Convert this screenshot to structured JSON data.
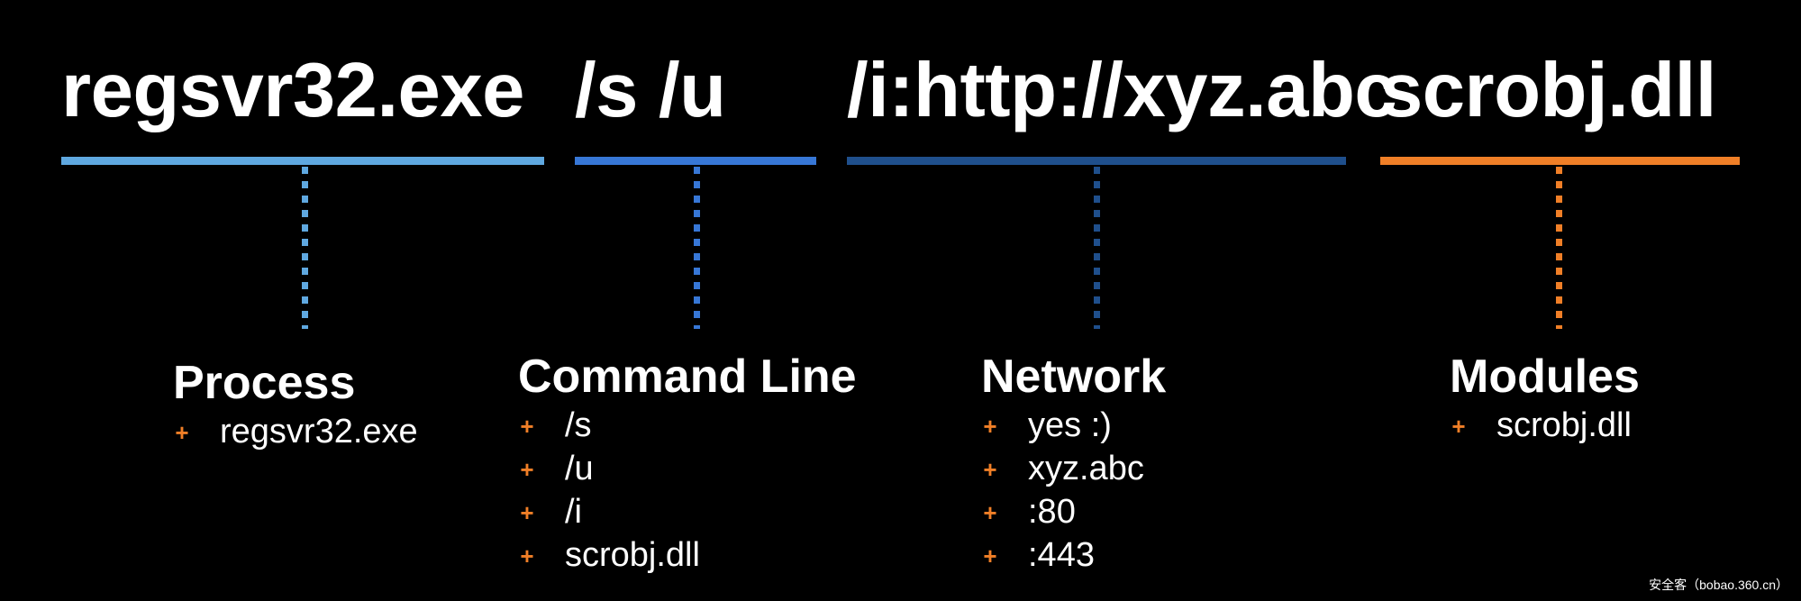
{
  "command_line": {
    "segments": [
      {
        "text": "regsvr32.exe",
        "color": "#5fa8e0"
      },
      {
        "text": "/s /u",
        "color": "#3777d6"
      },
      {
        "text": "/i:http://xyz.abc",
        "color": "#1f4f8c"
      },
      {
        "text": "scrobj.dll",
        "color": "#f07f27"
      }
    ]
  },
  "categories": [
    {
      "title": "Process",
      "items": [
        "regsvr32.exe"
      ]
    },
    {
      "title": "Command Line",
      "items": [
        "/s",
        "/u",
        "/i",
        "scrobj.dll"
      ]
    },
    {
      "title": "Network",
      "items": [
        "yes :)",
        "xyz.abc",
        ":80",
        ":443"
      ]
    },
    {
      "title": "Modules",
      "items": [
        "scrobj.dll"
      ]
    }
  ],
  "bullet_symbol": "+",
  "bullet_color": "#f07f27",
  "watermark": "安全客（bobao.360.cn）"
}
